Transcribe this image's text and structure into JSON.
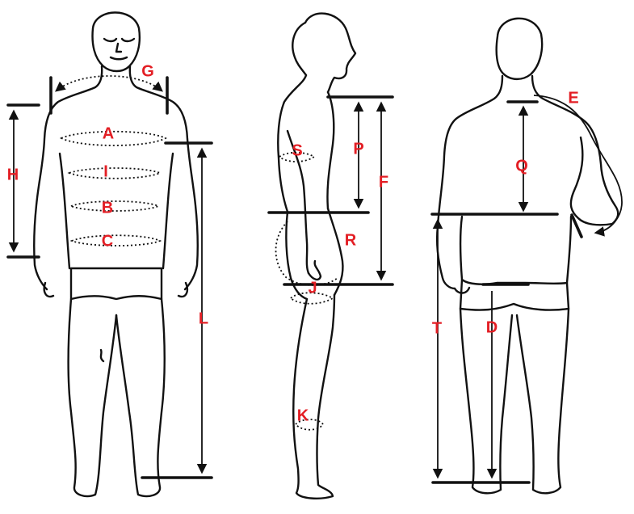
{
  "diagram": {
    "labels": {
      "A": "A",
      "B": "B",
      "C": "C",
      "D": "D",
      "E": "E",
      "F": "F",
      "G": "G",
      "H": "H",
      "I": "I",
      "J": "J",
      "K": "K",
      "L": "L",
      "P": "P",
      "Q": "Q",
      "R": "R",
      "S": "S",
      "T": "T"
    },
    "colors": {
      "label": "#e31e24",
      "line": "#111111",
      "background": "#ffffff"
    }
  }
}
